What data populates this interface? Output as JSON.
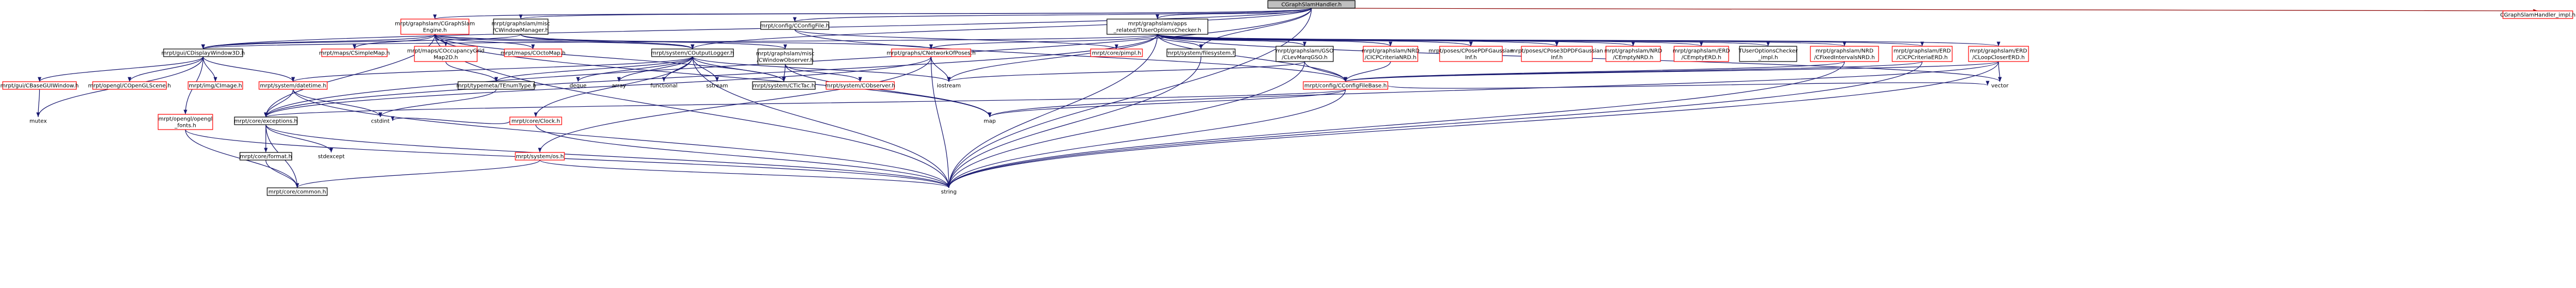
{
  "colors": {
    "root_fill": "#bfbfbf",
    "node_fill": "#ffffff",
    "doc_border": "#000000",
    "undoc_border": "#ff0000",
    "plain_text": "#000000",
    "edge": "#191970",
    "red_edge": "#8b0000"
  },
  "nodes": [
    {
      "id": "root",
      "lines": [
        "CGraphSlamHandler.h"
      ],
      "kind": "root"
    },
    {
      "id": "impl",
      "lines": [
        "CGraphSlamHandler_impl.h"
      ],
      "kind": "undoc"
    },
    {
      "id": "cge",
      "lines": [
        "mrpt/graphslam/CGraphSlam",
        "Engine.h"
      ],
      "kind": "undoc"
    },
    {
      "id": "cwm",
      "lines": [
        "mrpt/graphslam/misc",
        "/CWindowManager.h"
      ],
      "kind": "doc"
    },
    {
      "id": "cfgfile",
      "lines": [
        "mrpt/config/CConfigFile.h"
      ],
      "kind": "doc"
    },
    {
      "id": "tuser",
      "lines": [
        "mrpt/graphslam/apps",
        "_related/TUserOptionsChecker.h"
      ],
      "kind": "doc"
    },
    {
      "id": "cdw3d",
      "lines": [
        "mrpt/gui/CDisplayWindow3D.h"
      ],
      "kind": "doc"
    },
    {
      "id": "simplemap",
      "lines": [
        "mrpt/maps/CSimpleMap.h"
      ],
      "kind": "undoc"
    },
    {
      "id": "gridmap",
      "lines": [
        "mrpt/maps/COccupancyGrid",
        "Map2D.h"
      ],
      "kind": "undoc"
    },
    {
      "id": "coctomap",
      "lines": [
        "mrpt/maps/COctoMap.h"
      ],
      "kind": "undoc"
    },
    {
      "id": "cologger",
      "lines": [
        "mrpt/system/COutputLogger.h"
      ],
      "kind": "doc"
    },
    {
      "id": "cwo",
      "lines": [
        "mrpt/graphslam/misc",
        "/CWindowObserver.h"
      ],
      "kind": "doc"
    },
    {
      "id": "cnet",
      "lines": [
        "mrpt/graphs/CNetworkOfPoses.h"
      ],
      "kind": "undoc"
    },
    {
      "id": "pimpl",
      "lines": [
        "mrpt/core/pimpl.h"
      ],
      "kind": "undoc"
    },
    {
      "id": "filesys",
      "lines": [
        "mrpt/system/filesystem.h"
      ],
      "kind": "doc"
    },
    {
      "id": "gsoclevm",
      "lines": [
        "mrpt/graphslam/GSO",
        "/CLevMarqGSO.h"
      ],
      "kind": "doc"
    },
    {
      "id": "nrdicp",
      "lines": [
        "mrpt/graphslam/NRD",
        "/CICPCriteriaNRD.h"
      ],
      "kind": "undoc"
    },
    {
      "id": "cposepdfg",
      "lines": [
        "mrpt/poses/CPosePDFGaussian",
        "Inf.h"
      ],
      "kind": "undoc"
    },
    {
      "id": "cpose3dpdfg",
      "lines": [
        "mrpt/poses/CPose3DPDFGaussian",
        "Inf.h"
      ],
      "kind": "undoc"
    },
    {
      "id": "nrdempty",
      "lines": [
        "mrpt/graphslam/NRD",
        "/CEmptyNRD.h"
      ],
      "kind": "undoc"
    },
    {
      "id": "erdempty",
      "lines": [
        "mrpt/graphslam/ERD",
        "/CEmptyERD.h"
      ],
      "kind": "undoc"
    },
    {
      "id": "tuserimpl",
      "lines": [
        "TUserOptionsChecker",
        "_impl.h"
      ],
      "kind": "doc"
    },
    {
      "id": "nrdfix",
      "lines": [
        "mrpt/graphslam/NRD",
        "/CFixedIntervalsNRD.h"
      ],
      "kind": "undoc"
    },
    {
      "id": "erdicp",
      "lines": [
        "mrpt/graphslam/ERD",
        "/CICPCriteriaERD.h"
      ],
      "kind": "undoc"
    },
    {
      "id": "erdloop",
      "lines": [
        "mrpt/graphslam/ERD",
        "/CLoopCloserERD.h"
      ],
      "kind": "undoc"
    },
    {
      "id": "cbasegui",
      "lines": [
        "mrpt/gui/CBaseGUIWindow.h"
      ],
      "kind": "undoc"
    },
    {
      "id": "copenglscene",
      "lines": [
        "mrpt/opengl/COpenGLScene.h"
      ],
      "kind": "undoc"
    },
    {
      "id": "cimage",
      "lines": [
        "mrpt/img/CImage.h"
      ],
      "kind": "undoc"
    },
    {
      "id": "datetime",
      "lines": [
        "mrpt/system/datetime.h"
      ],
      "kind": "undoc"
    },
    {
      "id": "typemeta",
      "lines": [
        "mrpt/typemeta/TEnumType.h"
      ],
      "kind": "doc"
    },
    {
      "id": "deque",
      "lines": [
        "deque"
      ],
      "kind": "plain"
    },
    {
      "id": "array",
      "lines": [
        "array"
      ],
      "kind": "plain"
    },
    {
      "id": "functional",
      "lines": [
        "functional"
      ],
      "kind": "plain"
    },
    {
      "id": "sstream",
      "lines": [
        "sstream"
      ],
      "kind": "plain"
    },
    {
      "id": "cticktac",
      "lines": [
        "mrpt/system/CTicTac.h"
      ],
      "kind": "doc"
    },
    {
      "id": "cobserver",
      "lines": [
        "mrpt/system/CObserver.h"
      ],
      "kind": "undoc"
    },
    {
      "id": "iostream",
      "lines": [
        "iostream"
      ],
      "kind": "plain"
    },
    {
      "id": "cfgbase",
      "lines": [
        "mrpt/config/CConfigFileBase.h"
      ],
      "kind": "undoc"
    },
    {
      "id": "vector",
      "lines": [
        "vector"
      ],
      "kind": "plain"
    },
    {
      "id": "mutex",
      "lines": [
        "mutex"
      ],
      "kind": "plain"
    },
    {
      "id": "openglfonts",
      "lines": [
        "mrpt/opengl/opengl",
        "_fonts.h"
      ],
      "kind": "undoc"
    },
    {
      "id": "exceptions",
      "lines": [
        "mrpt/core/exceptions.h"
      ],
      "kind": "doc"
    },
    {
      "id": "cstdint",
      "lines": [
        "cstdint"
      ],
      "kind": "plain"
    },
    {
      "id": "cclock",
      "lines": [
        "mrpt/core/Clock.h"
      ],
      "kind": "undoc"
    },
    {
      "id": "map",
      "lines": [
        "map"
      ],
      "kind": "plain"
    },
    {
      "id": "format",
      "lines": [
        "mrpt/core/format.h"
      ],
      "kind": "doc"
    },
    {
      "id": "stdexcept",
      "lines": [
        "stdexcept"
      ],
      "kind": "plain"
    },
    {
      "id": "os",
      "lines": [
        "mrpt/system/os.h"
      ],
      "kind": "undoc"
    },
    {
      "id": "common",
      "lines": [
        "mrpt/core/common.h"
      ],
      "kind": "doc"
    },
    {
      "id": "string",
      "lines": [
        "string"
      ],
      "kind": "plain"
    }
  ],
  "edges": [
    [
      "root",
      "impl"
    ],
    [
      "root",
      "cge"
    ],
    [
      "root",
      "cwm"
    ],
    [
      "root",
      "cfgfile"
    ],
    [
      "root",
      "tuser"
    ],
    [
      "root",
      "cdw3d"
    ],
    [
      "root",
      "cologger"
    ],
    [
      "root",
      "filesys"
    ],
    [
      "root",
      "exceptions"
    ],
    [
      "root",
      "string"
    ],
    [
      "cge",
      "cdw3d"
    ],
    [
      "cge",
      "simplemap"
    ],
    [
      "cge",
      "gridmap"
    ],
    [
      "cge",
      "coctomap"
    ],
    [
      "cge",
      "cologger"
    ],
    [
      "cge",
      "cnet"
    ],
    [
      "cge",
      "cticktac"
    ],
    [
      "cge",
      "exceptions"
    ],
    [
      "cge",
      "map"
    ],
    [
      "cge",
      "string"
    ],
    [
      "cwm",
      "cdw3d"
    ],
    [
      "cwm",
      "cwo"
    ],
    [
      "cwm",
      "cologger"
    ],
    [
      "cfgfile",
      "pimpl"
    ],
    [
      "cfgfile",
      "cfgbase"
    ],
    [
      "tuser",
      "cdw3d"
    ],
    [
      "tuser",
      "gsoclevm"
    ],
    [
      "tuser",
      "nrdicp"
    ],
    [
      "tuser",
      "cposepdfg"
    ],
    [
      "tuser",
      "cpose3dpdfg"
    ],
    [
      "tuser",
      "nrdempty"
    ],
    [
      "tuser",
      "erdempty"
    ],
    [
      "tuser",
      "tuserimpl"
    ],
    [
      "tuser",
      "nrdfix"
    ],
    [
      "tuser",
      "erdicp"
    ],
    [
      "tuser",
      "erdloop"
    ],
    [
      "tuser",
      "cnet"
    ],
    [
      "tuser",
      "filesys"
    ],
    [
      "tuser",
      "cfgbase"
    ],
    [
      "tuser",
      "vector"
    ],
    [
      "tuser",
      "string"
    ],
    [
      "tuser",
      "iostream"
    ],
    [
      "tuser",
      "exceptions"
    ],
    [
      "cdw3d",
      "cbasegui"
    ],
    [
      "cdw3d",
      "copenglscene"
    ],
    [
      "cdw3d",
      "cimage"
    ],
    [
      "cdw3d",
      "datetime"
    ],
    [
      "cdw3d",
      "openglfonts"
    ],
    [
      "cdw3d",
      "mutex"
    ],
    [
      "cbasegui",
      "mutex"
    ],
    [
      "gridmap",
      "typemeta"
    ],
    [
      "cologger",
      "cticktac"
    ],
    [
      "cologger",
      "typemeta"
    ],
    [
      "cologger",
      "deque"
    ],
    [
      "cologger",
      "array"
    ],
    [
      "cologger",
      "functional"
    ],
    [
      "cologger",
      "sstream"
    ],
    [
      "cologger",
      "datetime"
    ],
    [
      "cologger",
      "cclock"
    ],
    [
      "cologger",
      "iostream"
    ],
    [
      "cologger",
      "string"
    ],
    [
      "cwo",
      "cobserver"
    ],
    [
      "cwo",
      "cticktac"
    ],
    [
      "cwo",
      "map"
    ],
    [
      "cnet",
      "iostream"
    ],
    [
      "cnet",
      "string"
    ],
    [
      "cnet",
      "os"
    ],
    [
      "cnet",
      "exceptions"
    ],
    [
      "gsoclevm",
      "cfgbase"
    ],
    [
      "gsoclevm",
      "iostream"
    ],
    [
      "gsoclevm",
      "string"
    ],
    [
      "nrdicp",
      "cfgbase"
    ],
    [
      "erdloop",
      "cfgbase"
    ],
    [
      "erdloop",
      "vector"
    ],
    [
      "erdloop",
      "map"
    ],
    [
      "erdloop",
      "string"
    ],
    [
      "erdicp",
      "cfgbase"
    ],
    [
      "erdicp",
      "string"
    ],
    [
      "nrdfix",
      "cfgbase"
    ],
    [
      "nrdfix",
      "string"
    ],
    [
      "filesys",
      "string"
    ],
    [
      "cfgbase",
      "exceptions"
    ],
    [
      "cfgbase",
      "map"
    ],
    [
      "cfgbase",
      "vector"
    ],
    [
      "cfgbase",
      "string"
    ],
    [
      "typemeta",
      "cstdint"
    ],
    [
      "datetime",
      "cstdint"
    ],
    [
      "datetime",
      "exceptions"
    ],
    [
      "datetime",
      "string"
    ],
    [
      "exceptions",
      "stdexcept"
    ],
    [
      "exceptions",
      "string"
    ],
    [
      "exceptions",
      "format"
    ],
    [
      "exceptions",
      "common"
    ],
    [
      "format",
      "common"
    ],
    [
      "cclock",
      "cstdint"
    ],
    [
      "cclock",
      "string"
    ],
    [
      "os",
      "string"
    ],
    [
      "os",
      "common"
    ],
    [
      "openglfonts",
      "string"
    ],
    [
      "openglfonts",
      "common"
    ]
  ]
}
